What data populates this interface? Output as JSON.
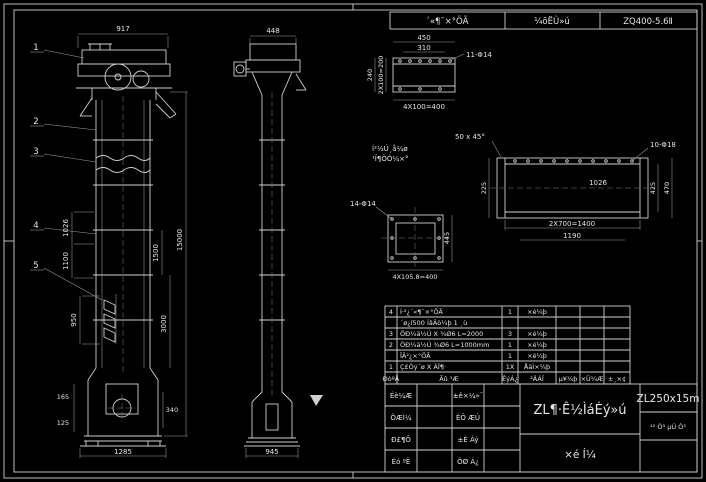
{
  "header_strip": {
    "cells": [
      "´«¶¯×°ÖÃ",
      "¼õËÙ»ú",
      "ZQ400-5.6Ⅱ"
    ]
  },
  "front_view": {
    "balloons": [
      "1",
      "2",
      "3",
      "4",
      "5"
    ],
    "dim_top_width": "917",
    "dim_overall_height": "15000",
    "dim_section_3000": "3000",
    "dim_section_1500": "1500",
    "dim_1026": "1026",
    "dim_1100": "1100",
    "dim_950": "950",
    "dim_165": "165",
    "dim_125": "125",
    "dim_340": "340",
    "dim_base_width": "1285"
  },
  "side_view": {
    "dim_top_width": "448",
    "dim_base_width": "945"
  },
  "detail_channel": {
    "dim_outer": "450",
    "dim_inner": "310",
    "dim_left_outer": "240",
    "dim_left_inner": "2X100=200",
    "dim_bottom": "4X100=400",
    "hole_note": "11-Φ14"
  },
  "detail_casing": {
    "note_line1": "Í²½Ú¸å¼ø",
    "note_line2": "¹Ï¶ÒÓ¼×°",
    "chamfer_note": "50 x 45°",
    "hole_note": "10-Φ18",
    "dim_inner_width": "1026",
    "dim_right_inner": "425",
    "dim_right_outer": "470",
    "dim_left": "225",
    "dim_bottom_inner": "2X700=1400",
    "dim_bottom_outer": "1190"
  },
  "detail_flange": {
    "hole_note": "14-Φ14",
    "dim_right": "445",
    "dim_bottom": "4X105.8=400"
  },
  "parts_table": {
    "rows": [
      {
        "seq": "4",
        "name": "Í·²¿´«¶¯×°ÖÃ",
        "qty": "1",
        "mat": "×é¼þ"
      },
      {
        "seq": "",
        "name": "´ø¿í500 ÍâÂò¼þ 1 ¸ù",
        "qty": "",
        "mat": ""
      },
      {
        "seq": "3",
        "name": "ÖÐ¼ä½Ú X ¾Ø6 L=2000",
        "qty": "3",
        "mat": "×é¼þ"
      },
      {
        "seq": "2",
        "name": "ÖÐ¼ä½Ú ¾Ø6 L=1000mm",
        "qty": "1",
        "mat": "×é¼þ"
      },
      {
        "seq": "",
        "name": "ÏÂ²¿×°ÖÃ",
        "qty": "1",
        "mat": "×é¼þ"
      },
      {
        "seq": "1",
        "name": "Ç£Òý´ø X ÁÏ¶·",
        "qty": "1X",
        "mat": "ÅäÌ×¼þ"
      }
    ],
    "header": {
      "seq": "ÐòºÅ",
      "name": "Ãû  ³Æ",
      "qty": "ÊýÁ¿",
      "mat": "²ÄÁÏ",
      "w1": "µ¥¼þ",
      "w2": "×Ü¼Æ",
      "notes": "±¸×¢"
    }
  },
  "title_block": {
    "sig_rows": [
      {
        "l": "Éè¼Æ",
        "r": "±ê×¼»¯"
      },
      {
        "l": "ÖÆÍ¼",
        "r": "ÈÕ ÆÚ"
      },
      {
        "l": "Ð£¶Ô",
        "r": "±È Àý"
      },
      {
        "l": "Éó ºË",
        "r": "ÖØ Á¿"
      }
    ],
    "title": "ZL¶·Ê½ÌáÉý»ú",
    "subtitle": "×é Í¼",
    "model": "ZL250x15m",
    "pages": "¹² Ò³  µÚ Ò³"
  }
}
